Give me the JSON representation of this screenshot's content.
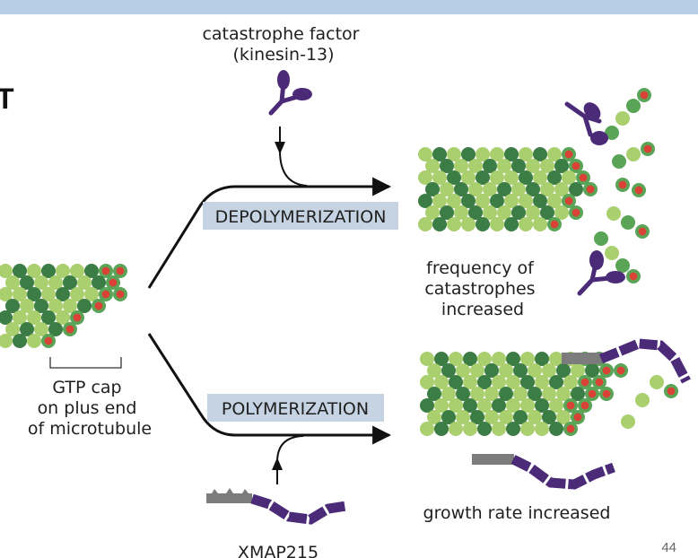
{
  "slide": {
    "heading_fragment": "T",
    "page_number": "44"
  },
  "labels": {
    "catastrophe_factor_line1": "catastrophe factor",
    "catastrophe_factor_line2": "(kinesin-13)",
    "depolymerization": "DEPOLYMERIZATION",
    "polymerization": "POLYMERIZATION",
    "frequency_line1": "frequency of",
    "frequency_line2": "catastrophes",
    "frequency_line3": "increased",
    "gtp_cap_line1": "GTP cap",
    "gtp_cap_line2": "on plus end",
    "gtp_cap_line3": "of microtubule",
    "growth_rate": "growth rate increased",
    "xmap215": "XMAP215"
  },
  "colors": {
    "dark_green": "#3c7d45",
    "mid_green": "#5aa457",
    "light_green": "#a9cf6e",
    "gtp_red": "#d94336",
    "protein_purple": "#4b2a78",
    "gray_domain": "#7c7c7c",
    "label_box": "#c5d3e2",
    "top_bar": "#b7cee6"
  }
}
